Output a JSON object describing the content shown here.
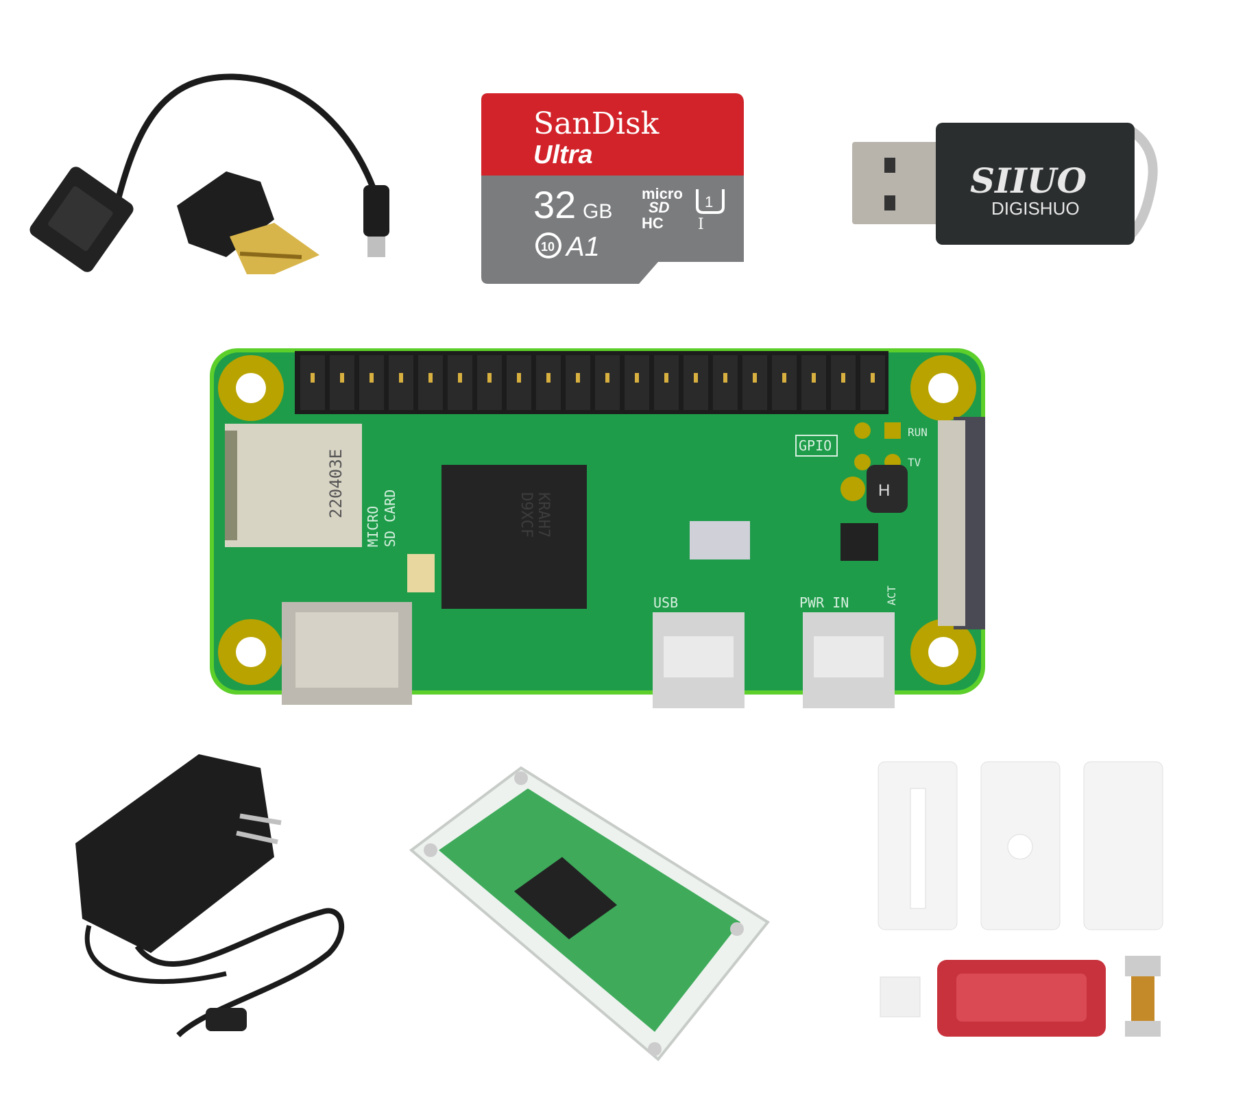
{
  "sd_card": {
    "brand": "SanDisk",
    "line": "Ultra",
    "capacity": "32",
    "unit": "GB",
    "micro": "micro",
    "sd": "SD",
    "hc": "HC",
    "uhs": "1",
    "uhs_class": "I",
    "speed_class": "10",
    "app_class": "A1",
    "colors": {
      "top": "#d2232a",
      "bottom": "#7b7c7e"
    }
  },
  "card_reader": {
    "logo": "SIIUO",
    "brand": "DIGISHUO"
  },
  "board": {
    "sd_serial": "220403E",
    "sd_label_1": "MICRO",
    "sd_label_2": "SD CARD",
    "chip_text_1": "KRAH7",
    "chip_text_2": "D9XCF",
    "gpio": "GPIO",
    "run": "RUN",
    "tv": "TV",
    "usb": "USB",
    "pwr_in": "PWR IN",
    "act": "ACT",
    "inductor": "H",
    "colors": {
      "pcb": "#1e9c4a",
      "edge": "#5ccf2a",
      "pad": "#b8a300"
    }
  }
}
